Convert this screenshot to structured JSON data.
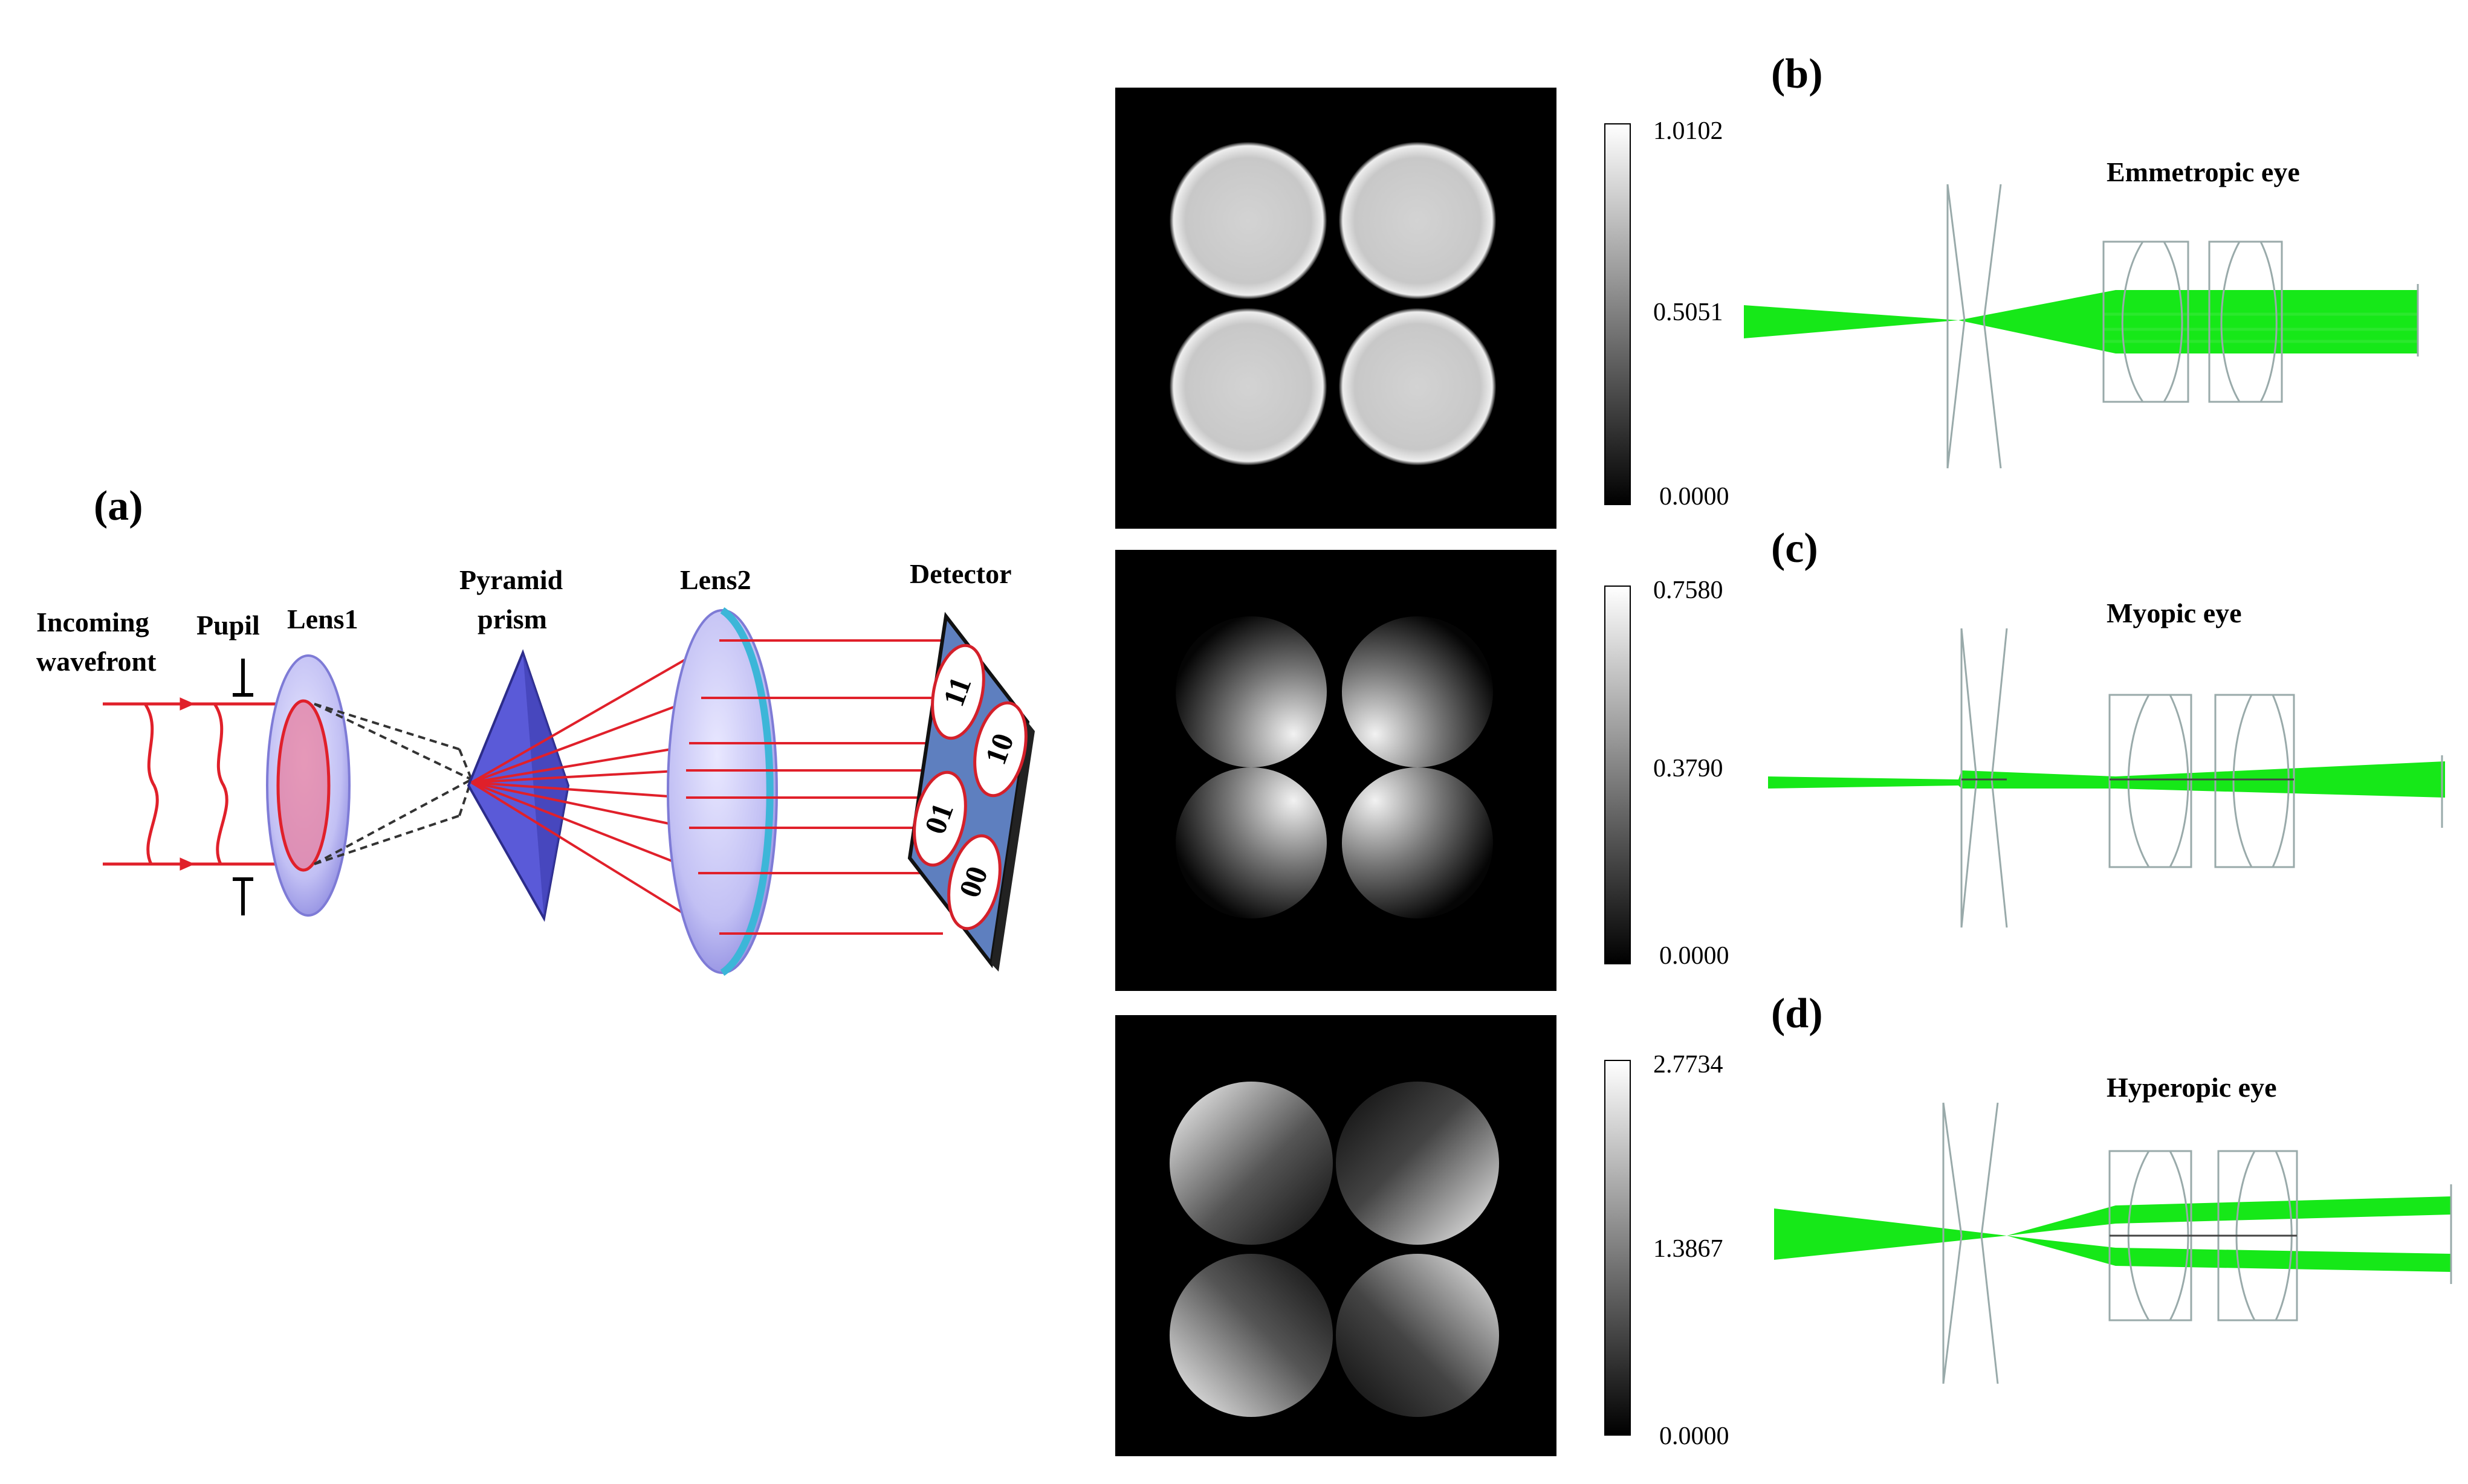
{
  "panels": {
    "a": "(a)",
    "b": "(b)",
    "c": "(c)",
    "d": "(d)"
  },
  "setup": {
    "incoming_line1": "Incoming",
    "incoming_line2": "wavefront",
    "pupil": "Pupil",
    "lens1": "Lens1",
    "prism_line1": "Pyramid",
    "prism_line2": "prism",
    "lens2": "Lens2",
    "detector": "Detector",
    "quadrant_labels": [
      "11",
      "10",
      "01",
      "00"
    ]
  },
  "patterns": [
    {
      "max": "1.0102",
      "mid": "0.5051",
      "min": "0.0000"
    },
    {
      "max": "0.7580",
      "mid": "0.3790",
      "min": "0.0000"
    },
    {
      "max": "2.7734",
      "mid": "1.3867",
      "min": "0.0000"
    }
  ],
  "eyes": {
    "emmetropic": "Emmetropic  eye",
    "myopic": "Myopic eye",
    "hyperopic": "Hyperopic  eye"
  },
  "colors": {
    "ray": "#e0202a",
    "beam": "#16e818",
    "lens": "#a9a6ef",
    "prism": "#5a5ad8",
    "detector": "#5e7fbf"
  }
}
